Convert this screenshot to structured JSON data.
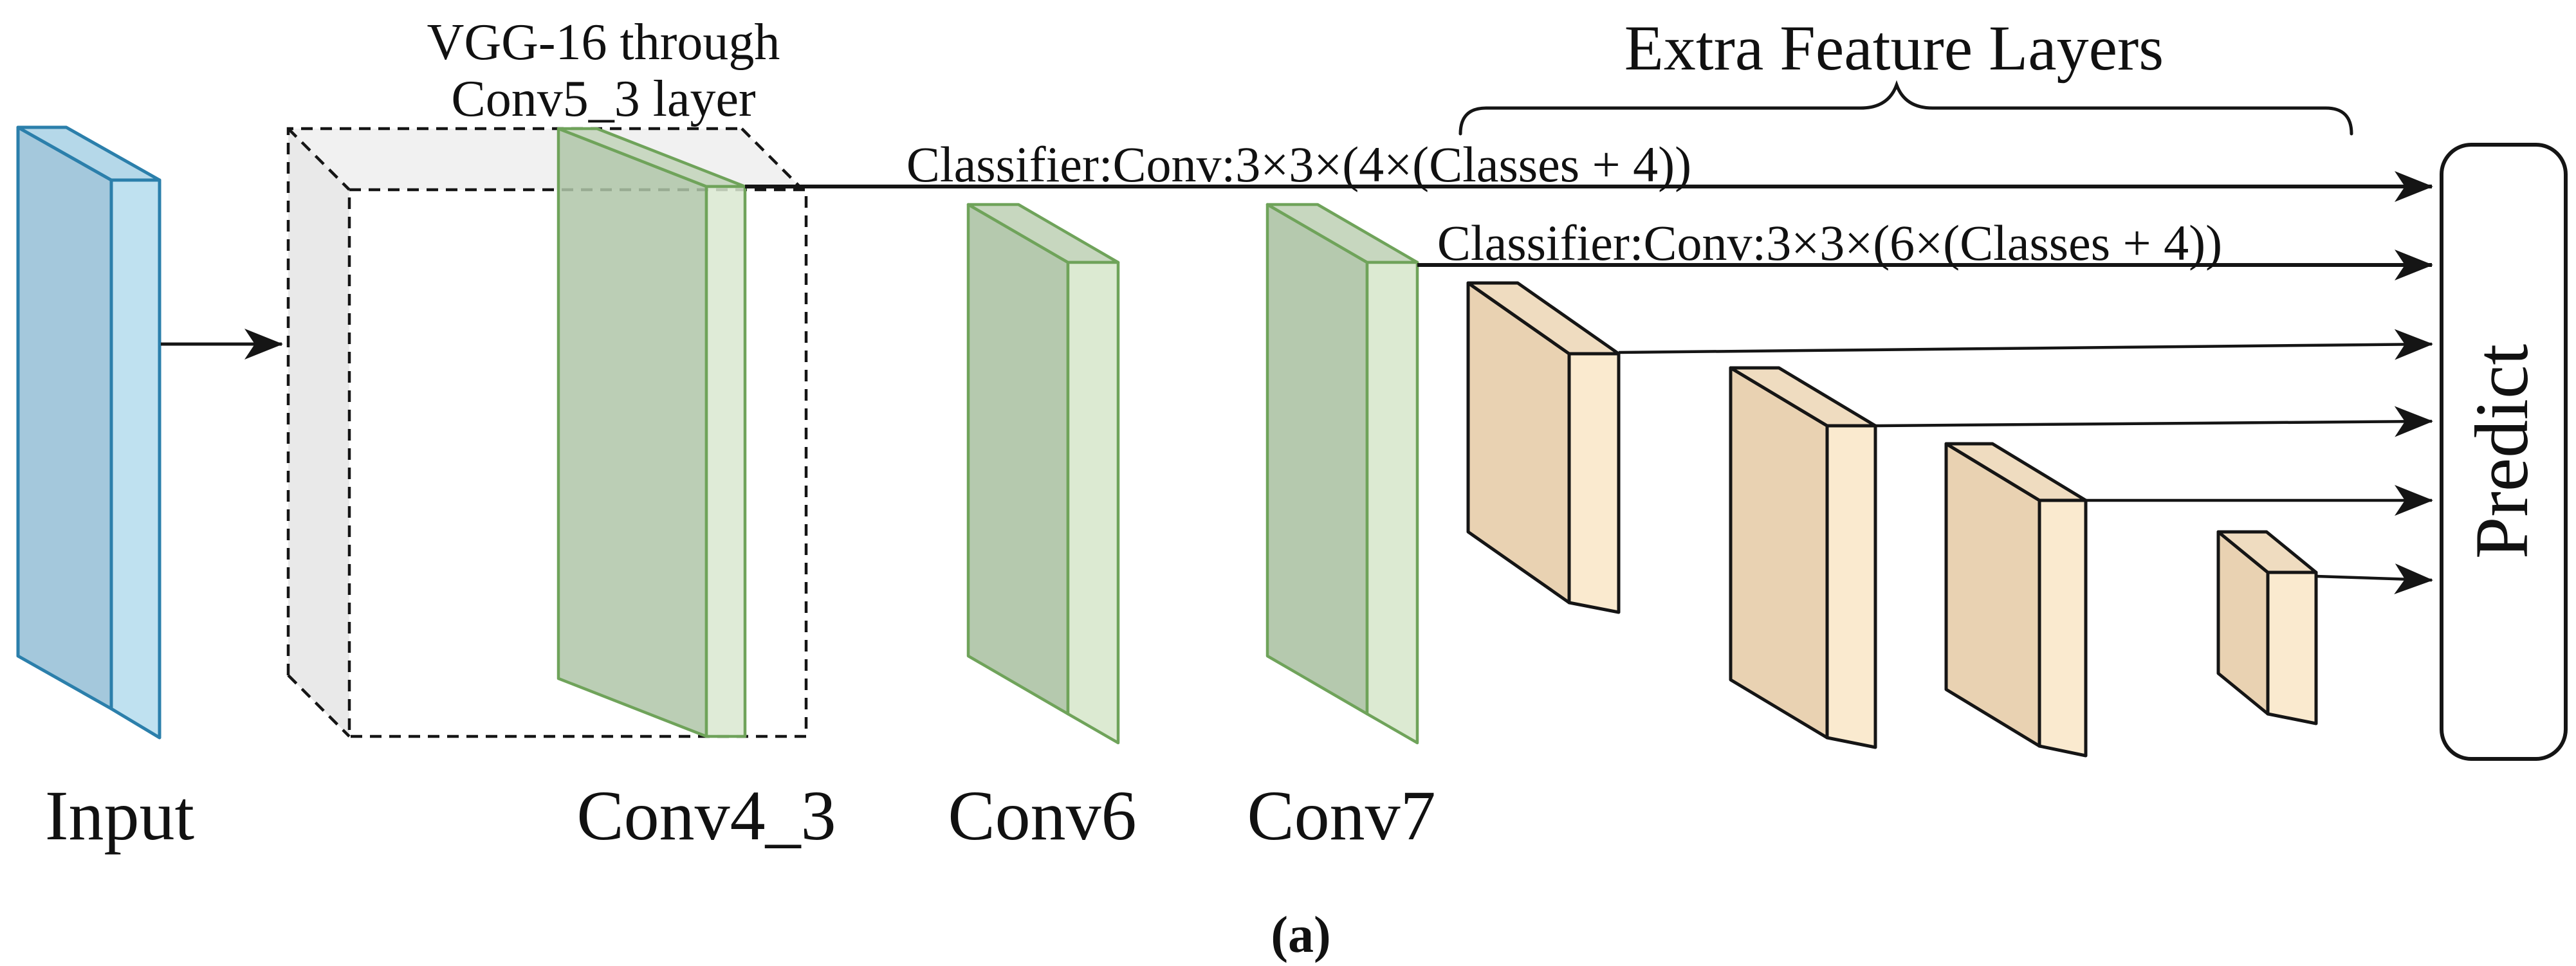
{
  "diagram": {
    "title_block": {
      "vgg_line1": "VGG-16 through",
      "vgg_line2": "Conv5_3 layer"
    },
    "annotations": {
      "classifier1": "Classifier:Conv:3×3×(4×(Classes + 4))",
      "classifier2": "Classifier:Conv:3×3×(6×(Classes + 4))",
      "extra_feature_layers": "Extra Feature Layers"
    },
    "layer_labels": {
      "input": "Input",
      "conv4_3": "Conv4_3",
      "conv6": "Conv6",
      "conv7": "Conv7"
    },
    "output_label": "Predict",
    "caption": "(a)"
  },
  "colors": {
    "input_face": "#a4c8dc",
    "input_top": "#b5d8e9",
    "input_strip": "#bfe1f0",
    "input_outline": "#2b7fab",
    "green_face": "#b5c9ae",
    "green_top": "#c7d7bf",
    "green_strip": "#dcead2",
    "green_outline": "#6fa35a",
    "plane_face": "#afc5a8",
    "plane_top": "#c2d4ba",
    "plane_strip": "#d9e7d0",
    "orange_face": "#e9d2b2",
    "orange_top": "#efdcc0",
    "orange_strip": "#faeacf",
    "cube_top": "#f1f1f1",
    "cube_side": "#e9e9e9",
    "cube_front": "#ffffff",
    "line_color": "#151515"
  }
}
